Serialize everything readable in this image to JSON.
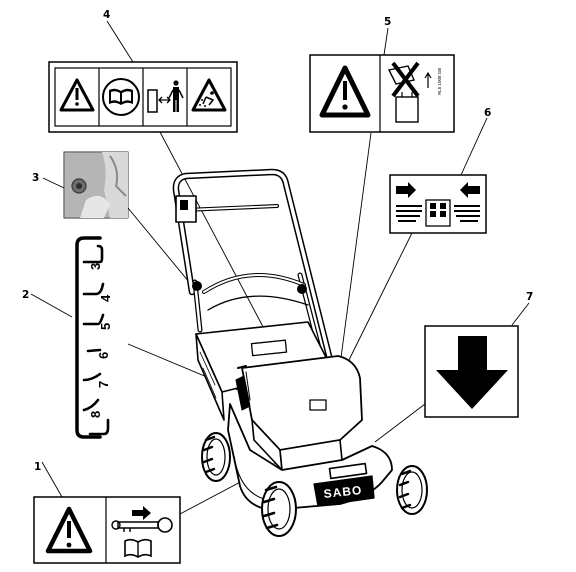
{
  "callouts": {
    "n1": "1",
    "n2": "2",
    "n3": "3",
    "n4": "4",
    "n5": "5",
    "n6": "6",
    "n7": "7"
  },
  "height_scale": {
    "settings": [
      "3",
      "4",
      "5",
      "6",
      "7",
      "8"
    ]
  },
  "label5_code": "RL5 1008 GB",
  "mower_brand": "SABO",
  "icons": [
    "warning-triangle-icon",
    "manual-book-icon",
    "keep-distance-icon",
    "thrown-objects-icon",
    "no-battery-icon",
    "hands-clear-icon",
    "down-arrow-icon",
    "remove-key-icon"
  ]
}
